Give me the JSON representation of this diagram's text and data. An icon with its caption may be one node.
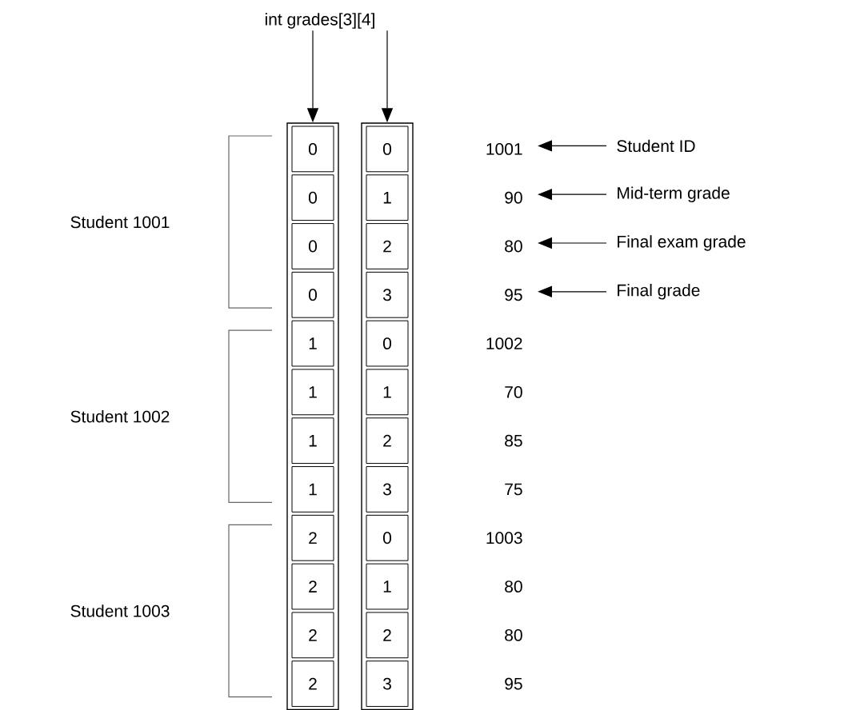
{
  "diagram": {
    "nodes": [
      {
        "text": [
          "int grades[3][4]"
        ]
      },
      {
        "text": [],
        "shape": "box"
      },
      {
        "text": [
          "0"
        ],
        "in": 1
      },
      {
        "text": [
          "0"
        ],
        "in": 1
      },
      {
        "text": [
          "0"
        ],
        "in": 1
      },
      {
        "text": [
          "0"
        ],
        "in": 1
      },
      {
        "text": [
          "1"
        ],
        "in": 1
      },
      {
        "text": [
          "1"
        ],
        "in": 1
      },
      {
        "text": [
          "1"
        ],
        "in": 1
      },
      {
        "text": [
          "1"
        ],
        "in": 1
      },
      {
        "text": [
          "2"
        ],
        "in": 1
      },
      {
        "text": [
          "2"
        ],
        "in": 1
      },
      {
        "text": [
          "2"
        ],
        "in": 1
      },
      {
        "text": [
          "2"
        ],
        "in": 1
      },
      {
        "text": [],
        "shape": "box"
      },
      {
        "text": [
          "0"
        ],
        "in": 14
      },
      {
        "text": [
          "1"
        ],
        "in": 14
      },
      {
        "text": [
          "2"
        ],
        "in": 14
      },
      {
        "text": [
          "3"
        ],
        "in": 14
      },
      {
        "text": [
          "0"
        ],
        "in": 14
      },
      {
        "text": [
          "1"
        ],
        "in": 14
      },
      {
        "text": [
          "2"
        ],
        "in": 14
      },
      {
        "text": [
          "3"
        ],
        "in": 14
      },
      {
        "text": [
          "0"
        ],
        "in": 14
      },
      {
        "text": [
          "1"
        ],
        "in": 14
      },
      {
        "text": [
          "2"
        ],
        "in": 14
      },
      {
        "text": [
          "3"
        ],
        "in": 14
      },
      {
        "text": [
          "1001"
        ]
      },
      {
        "text": [
          "90"
        ]
      },
      {
        "text": [
          "80"
        ]
      },
      {
        "text": [
          "95"
        ]
      },
      {
        "text": [
          "Student ID"
        ]
      },
      {
        "text": [
          "Mid-term grade"
        ]
      },
      {
        "text": [
          "Final exam grade"
        ]
      },
      {
        "text": [
          "Final grade"
        ]
      }
    ],
    "edges": [
      {
        "from": 0,
        "to": 1,
        "arrow": "to"
      },
      {
        "from": 0,
        "to": 14,
        "arrow": "to"
      },
      {
        "from": 31,
        "to": 27,
        "arrow": "to"
      },
      {
        "from": 32,
        "to": 28,
        "arrow": "to"
      },
      {
        "from": 33,
        "to": 29,
        "arrow": "to"
      },
      {
        "from": 34,
        "to": 30,
        "arrow": "to"
      }
    ],
    "labels": [
      "Student 1001",
      "1002",
      "70",
      "85",
      "75",
      "Student 1002",
      "1003",
      "80",
      "80",
      "95",
      "Student 1003"
    ]
  }
}
